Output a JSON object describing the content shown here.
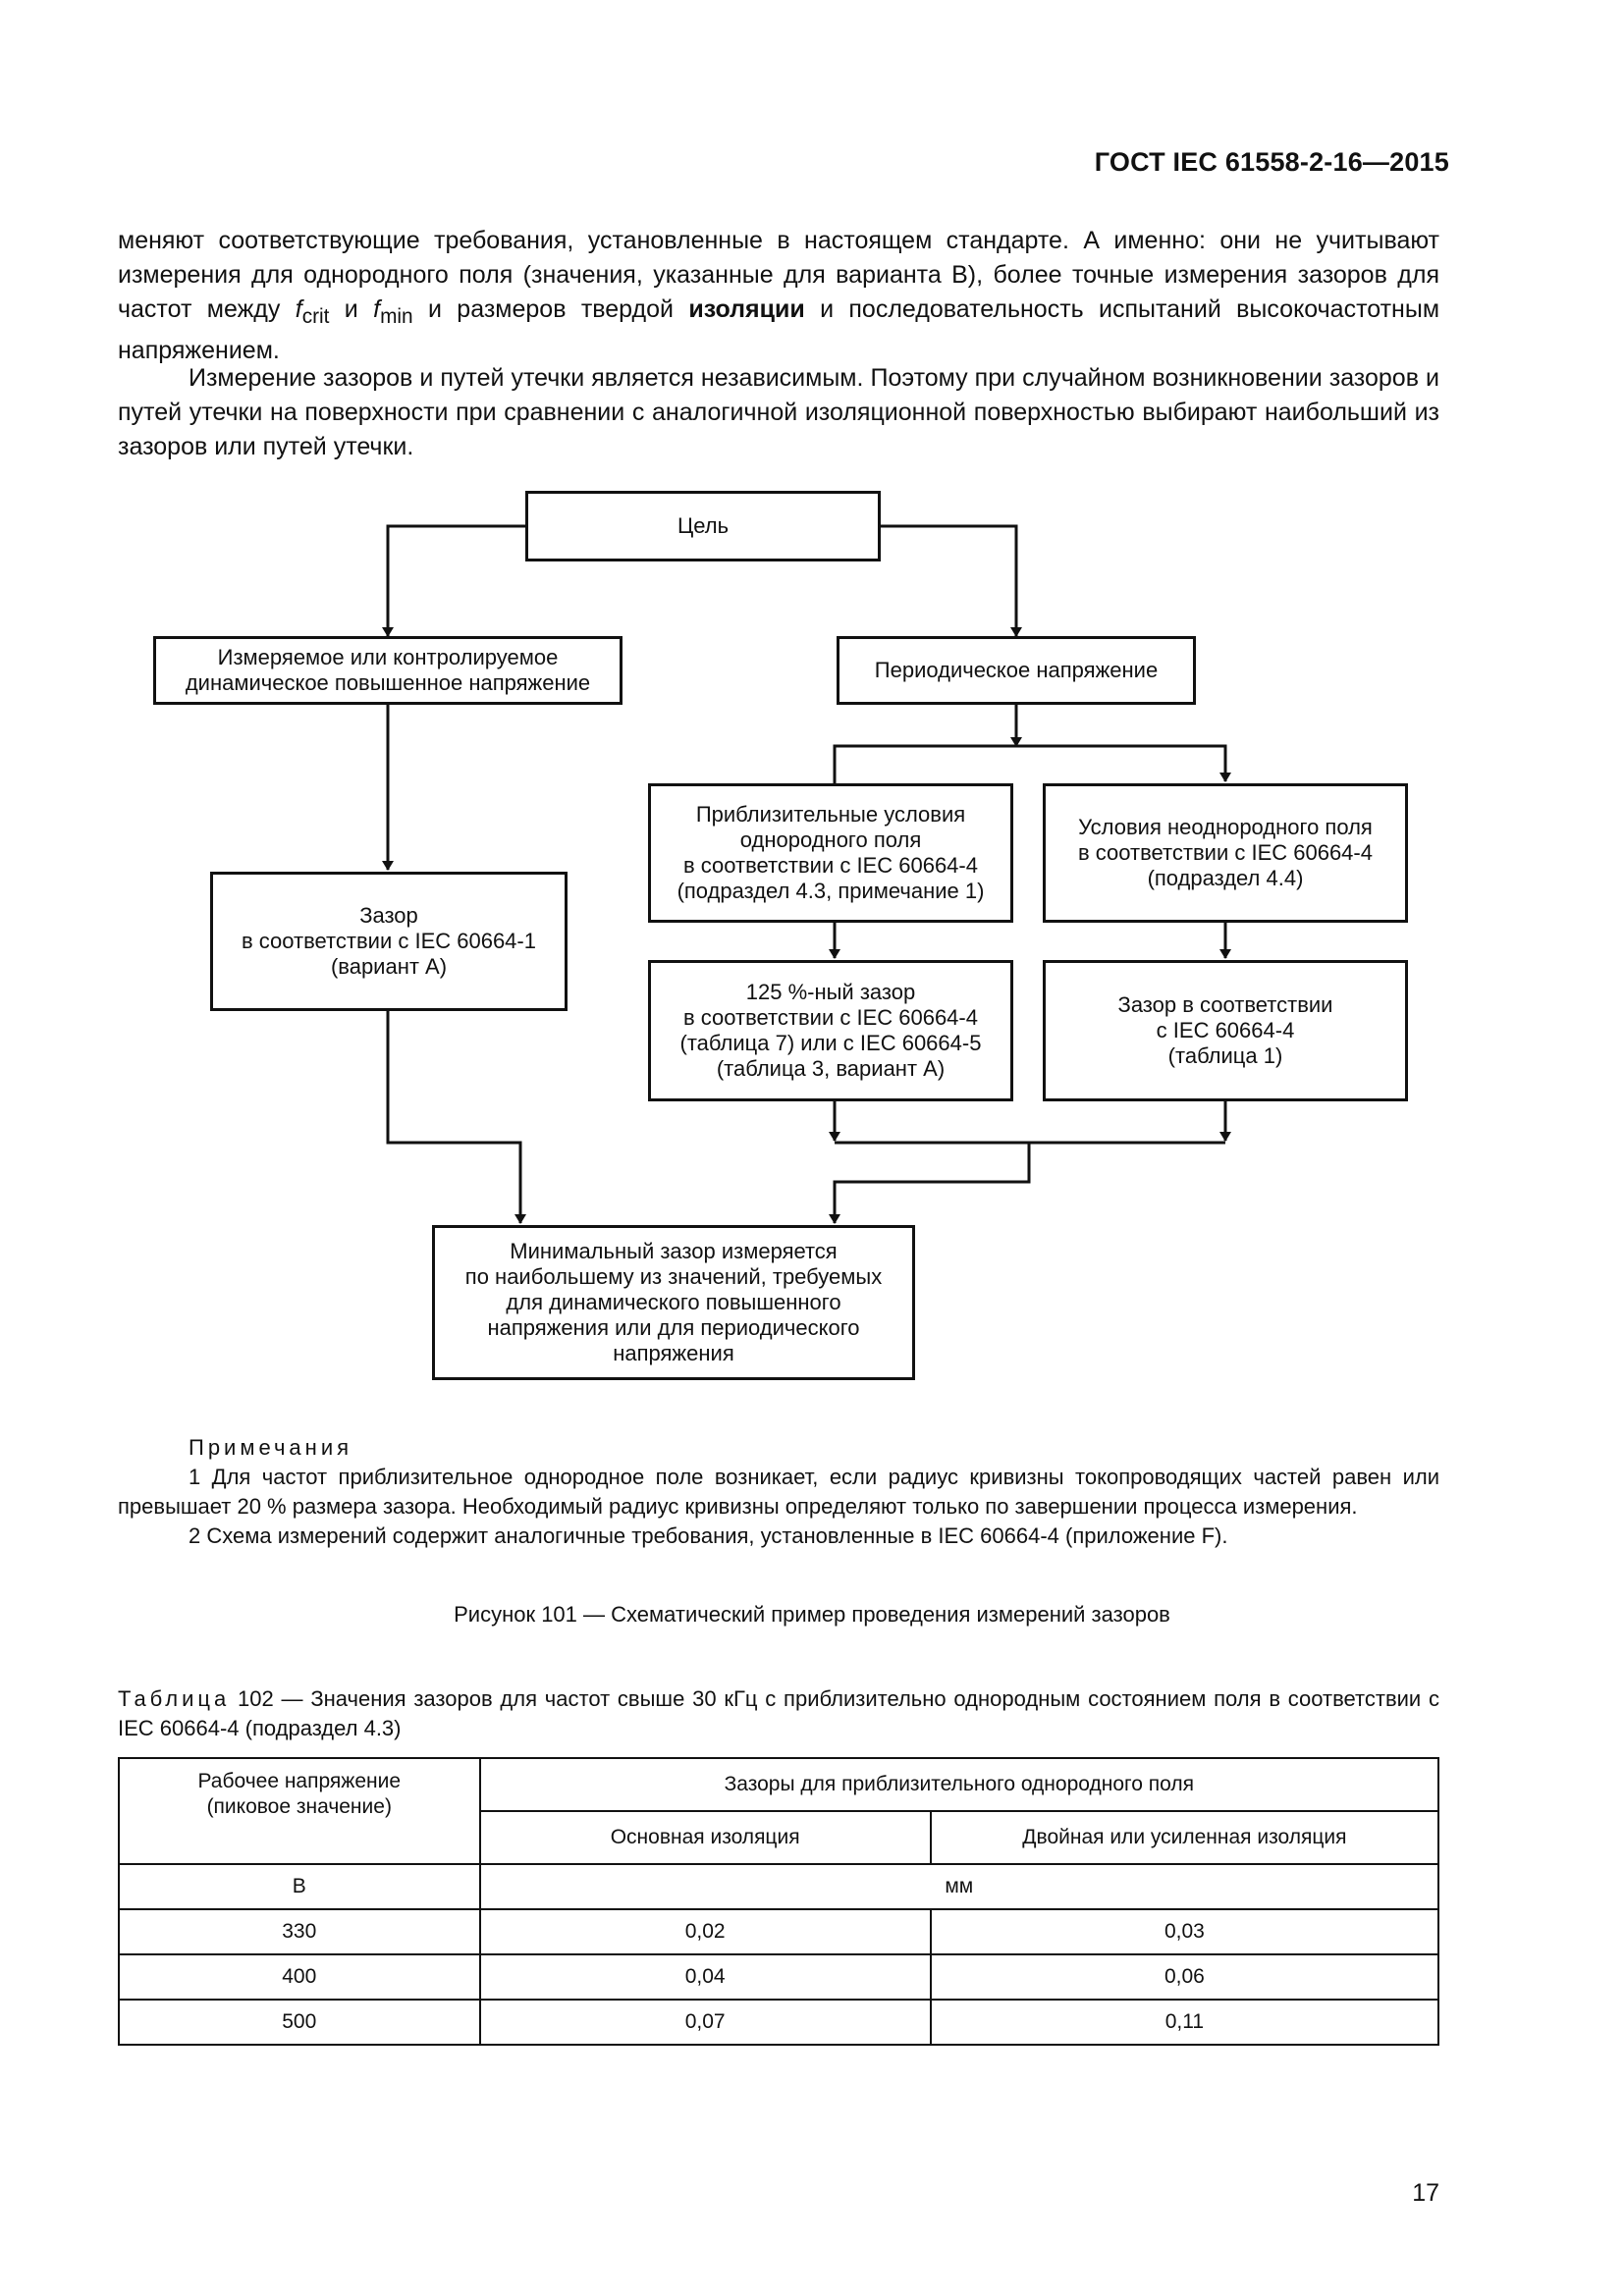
{
  "header": {
    "doc_code": "ГОСТ IEC 61558-2-16—2015"
  },
  "paragraphs": {
    "p1_a": "меняют соответствующие требования, установленные в настоящем стандарте. А именно: они не учитывают измерения для однородного поля (значения, указанные для варианта В), более точные измерения зазоров для частот между ",
    "f1": "f",
    "f1_sub": "crit",
    "and": " и ",
    "f2": "f",
    "f2_sub": "min",
    "p1_b": " и размеров твердой ",
    "p1_bold": "изоляции",
    "p1_c": " и последовательность испытаний высокочастотным напряжением.",
    "p2": "Измерение зазоров и путей утечки является независимым. Поэтому при случайном возникновении зазоров и путей утечки на поверхности при сравнении с аналогичной изоляционной поверхностью выбирают наибольший из зазоров или путей утечки."
  },
  "flowchart": {
    "goal": "Цель",
    "dynamic_voltage": "Измеряемое или контролируемое\nдинамическое повышенное напряжение",
    "periodic_voltage": "Периодическое напряжение",
    "approx_homogeneous": "Приблизительные условия\nоднородного поля\nв соответствии с IEC 60664-4\n(подраздел 4.3, примечание 1)",
    "inhomogeneous": "Условия неоднородного поля\nв соответствии с IEC 60664-4\n(подраздел 4.4)",
    "clearance_a": "Зазор\nв соответствии с IEC 60664-1\n(вариант А)",
    "clearance_125": "125 %-ный зазор\nв соответствии с IEC 60664-4\n(таблица 7) или с IEC 60664-5\n(таблица 3, вариант А)",
    "clearance_table1": "Зазор в соответствии\nс IEC 60664-4\n(таблица 1)",
    "minimum": "Минимальный зазор измеряется\nпо наибольшему из значений, требуемых\nдля динамического повышенного\nнапряжения или для периодического\nнапряжения"
  },
  "notes": {
    "title": "Примечания",
    "note1": "1 Для частот приблизительное однородное поле возникает, если радиус кривизны токопроводящих частей равен или превышает 20 % размера зазора. Необходимый радиус кривизны определяют только по завершении процесса измерения.",
    "note2": "2 Схема измерений содержит аналогичные требования, установленные в IEC 60664-4 (приложение F)."
  },
  "figure_caption": "Рисунок 101 — Схематический пример проведения измерений зазоров",
  "table": {
    "label": "Таблица",
    "title": " 102 — Значения зазоров для частот свыше 30 кГц с приблизительно однородным состоянием поля в соответствии с IEC 60664-4 (подраздел 4.3)",
    "col1_header": "Рабочее напряжение\n(пиковое значение)",
    "group_header": "Зазоры для приблизительного однородного поля",
    "col2_header": "Основная изоляция",
    "col3_header": "Двойная или усиленная изоляция",
    "unit_voltage": "В",
    "unit_clearance": "мм",
    "rows": [
      [
        "330",
        "0,02",
        "0,03"
      ],
      [
        "400",
        "0,04",
        "0,06"
      ],
      [
        "500",
        "0,07",
        "0,11"
      ]
    ]
  },
  "page_number": "17"
}
